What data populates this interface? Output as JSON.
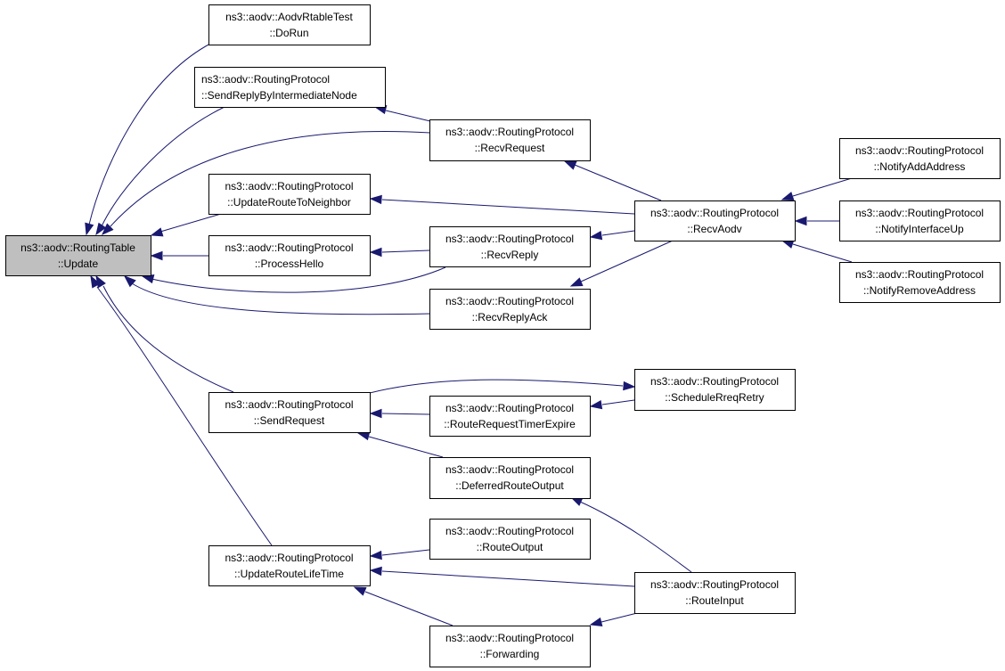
{
  "diagram": {
    "type": "doxygen-caller-graph",
    "colors": {
      "edge": "#191970",
      "root_fill": "#bfbfbf",
      "node_fill": "#ffffff",
      "border": "#000000"
    },
    "nodes": [
      {
        "id": "update",
        "line1": "ns3::aodv::RoutingTable",
        "line2": "::Update",
        "root": true
      },
      {
        "id": "dorun",
        "line1": "ns3::aodv::AodvRtableTest",
        "line2": "::DoRun"
      },
      {
        "id": "sendreplyinter",
        "line1": "ns3::aodv::RoutingProtocol",
        "line2": "::SendReplyByIntermediateNode"
      },
      {
        "id": "recvrequest",
        "line1": "ns3::aodv::RoutingProtocol",
        "line2": "::RecvRequest"
      },
      {
        "id": "updateroutetoneighbor",
        "line1": "ns3::aodv::RoutingProtocol",
        "line2": "::UpdateRouteToNeighbor"
      },
      {
        "id": "processhello",
        "line1": "ns3::aodv::RoutingProtocol",
        "line2": "::ProcessHello"
      },
      {
        "id": "recvreply",
        "line1": "ns3::aodv::RoutingProtocol",
        "line2": "::RecvReply"
      },
      {
        "id": "recvreplyack",
        "line1": "ns3::aodv::RoutingProtocol",
        "line2": "::RecvReplyAck"
      },
      {
        "id": "recvaodv",
        "line1": "ns3::aodv::RoutingProtocol",
        "line2": "::RecvAodv"
      },
      {
        "id": "notifyaddaddress",
        "line1": "ns3::aodv::RoutingProtocol",
        "line2": "::NotifyAddAddress"
      },
      {
        "id": "notifyinterfaceup",
        "line1": "ns3::aodv::RoutingProtocol",
        "line2": "::NotifyInterfaceUp"
      },
      {
        "id": "notifyremoveaddress",
        "line1": "ns3::aodv::RoutingProtocol",
        "line2": "::NotifyRemoveAddress"
      },
      {
        "id": "sendrequest",
        "line1": "ns3::aodv::RoutingProtocol",
        "line2": "::SendRequest"
      },
      {
        "id": "routerequesttimerexpire",
        "line1": "ns3::aodv::RoutingProtocol",
        "line2": "::RouteRequestTimerExpire"
      },
      {
        "id": "schedulerreqretry",
        "line1": "ns3::aodv::RoutingProtocol",
        "line2": "::ScheduleRreqRetry"
      },
      {
        "id": "deferredrouteoutput",
        "line1": "ns3::aodv::RoutingProtocol",
        "line2": "::DeferredRouteOutput"
      },
      {
        "id": "updateroutelifetime",
        "line1": "ns3::aodv::RoutingProtocol",
        "line2": "::UpdateRouteLifeTime"
      },
      {
        "id": "routeoutput",
        "line1": "ns3::aodv::RoutingProtocol",
        "line2": "::RouteOutput"
      },
      {
        "id": "routeinput",
        "line1": "ns3::aodv::RoutingProtocol",
        "line2": "::RouteInput"
      },
      {
        "id": "forwarding",
        "line1": "ns3::aodv::RoutingProtocol",
        "line2": "::Forwarding"
      }
    ],
    "edges": [
      {
        "from": "dorun",
        "to": "update"
      },
      {
        "from": "sendreplyinter",
        "to": "update"
      },
      {
        "from": "recvrequest",
        "to": "update"
      },
      {
        "from": "updateroutetoneighbor",
        "to": "update"
      },
      {
        "from": "processhello",
        "to": "update"
      },
      {
        "from": "recvreply",
        "to": "update"
      },
      {
        "from": "recvreplyack",
        "to": "update"
      },
      {
        "from": "sendrequest",
        "to": "update"
      },
      {
        "from": "updateroutelifetime",
        "to": "update"
      },
      {
        "from": "recvrequest",
        "to": "sendreplyinter"
      },
      {
        "from": "recvaodv",
        "to": "recvrequest"
      },
      {
        "from": "recvaodv",
        "to": "updateroutetoneighbor"
      },
      {
        "from": "recvreply",
        "to": "processhello"
      },
      {
        "from": "recvaodv",
        "to": "recvreply"
      },
      {
        "from": "recvaodv",
        "to": "recvreplyack"
      },
      {
        "from": "notifyaddaddress",
        "to": "recvaodv"
      },
      {
        "from": "notifyinterfaceup",
        "to": "recvaodv"
      },
      {
        "from": "notifyremoveaddress",
        "to": "recvaodv"
      },
      {
        "from": "routerequesttimerexpire",
        "to": "sendrequest"
      },
      {
        "from": "schedulerreqretry",
        "to": "routerequesttimerexpire"
      },
      {
        "from": "sendrequest",
        "to": "schedulerreqretry"
      },
      {
        "from": "deferredrouteoutput",
        "to": "sendrequest"
      },
      {
        "from": "routeinput",
        "to": "deferredrouteoutput"
      },
      {
        "from": "routeoutput",
        "to": "updateroutelifetime"
      },
      {
        "from": "routeinput",
        "to": "updateroutelifetime"
      },
      {
        "from": "forwarding",
        "to": "updateroutelifetime"
      },
      {
        "from": "routeinput",
        "to": "forwarding"
      }
    ]
  }
}
